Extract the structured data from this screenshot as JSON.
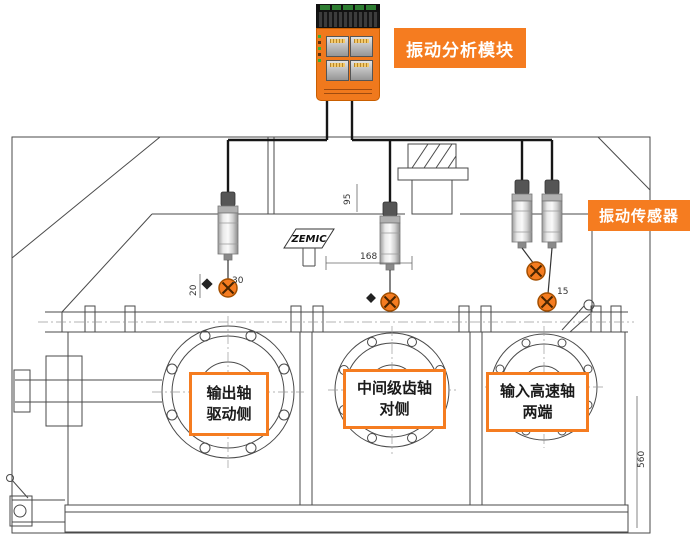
{
  "colors": {
    "accent": "#f57c20",
    "module_orange": "#f0791d",
    "drawing_line": "#4a4a4a"
  },
  "callouts": {
    "module": "振动分析模块",
    "sensors": "振动传感器"
  },
  "position_labels": [
    {
      "line1": "输出轴",
      "line2": "驱动侧"
    },
    {
      "line1": "中间级齿轴",
      "line2": "对侧"
    },
    {
      "line1": "输入高速轴",
      "line2": "两端"
    }
  ],
  "annotations": {
    "dim_95": "95",
    "dim_168": "168",
    "dim_20": "20",
    "dim_30": "30",
    "dim_15": "15",
    "dim_560": "560",
    "brand": "ZEMIC"
  }
}
